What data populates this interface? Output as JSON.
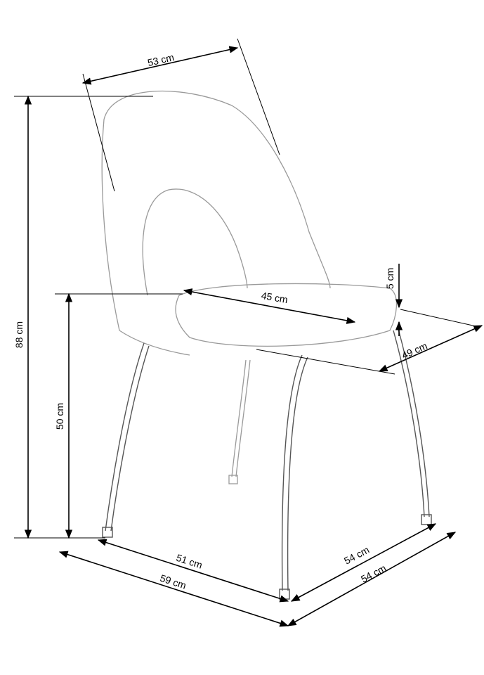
{
  "dimensions": {
    "back_width": "53 cm",
    "total_height": "88 cm",
    "seat_width": "45 cm",
    "seat_thickness": "5 cm",
    "seat_depth": "49 cm",
    "seat_height": "50 cm",
    "leg_span_front": "51 cm",
    "overall_width": "59 cm",
    "leg_span_side": "54 cm",
    "overall_depth": "54 cm"
  },
  "colors": {
    "lines": "#000000",
    "chair_sketch": "#9a9a9a"
  }
}
